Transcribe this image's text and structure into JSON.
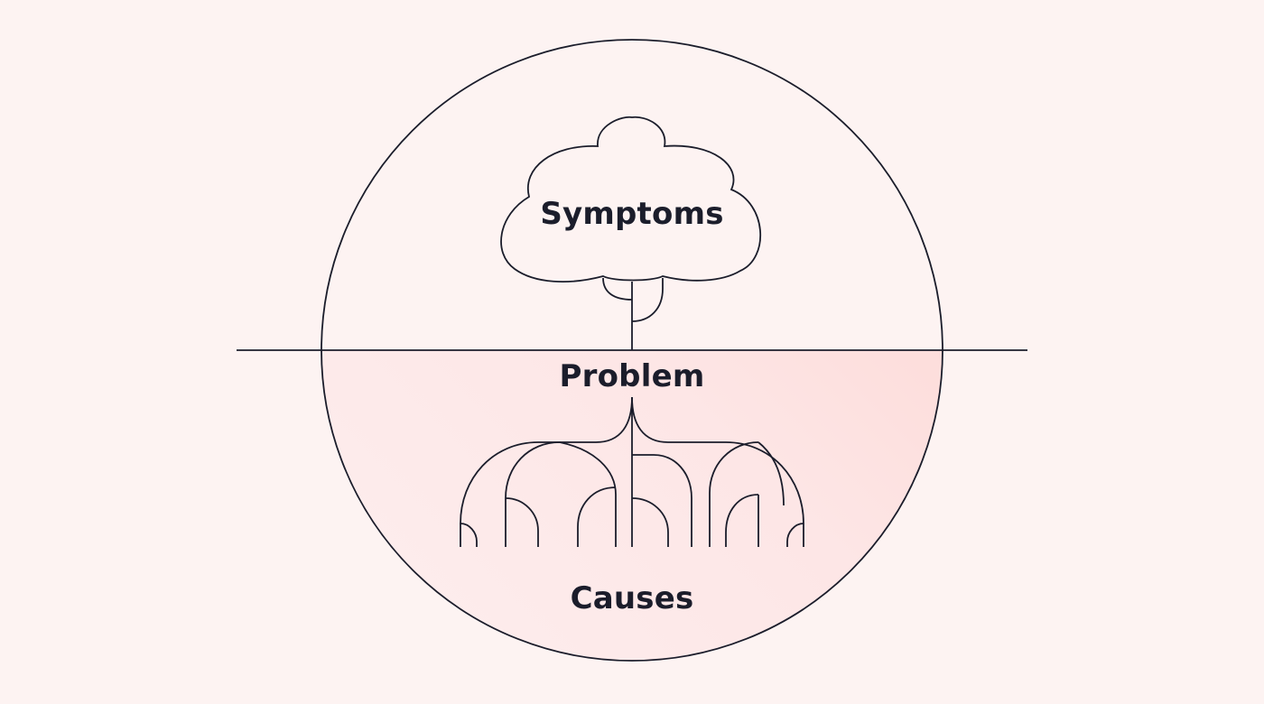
{
  "diagram": {
    "labels": {
      "symptoms": "Symptoms",
      "problem": "Problem",
      "causes": "Causes"
    },
    "colors": {
      "background": "#fdf3f2",
      "stroke": "#1b1d2b",
      "lower_fill_start": "#fde8e8",
      "lower_fill_end": "#fdd6d3",
      "text": "#1b1d2b"
    }
  }
}
